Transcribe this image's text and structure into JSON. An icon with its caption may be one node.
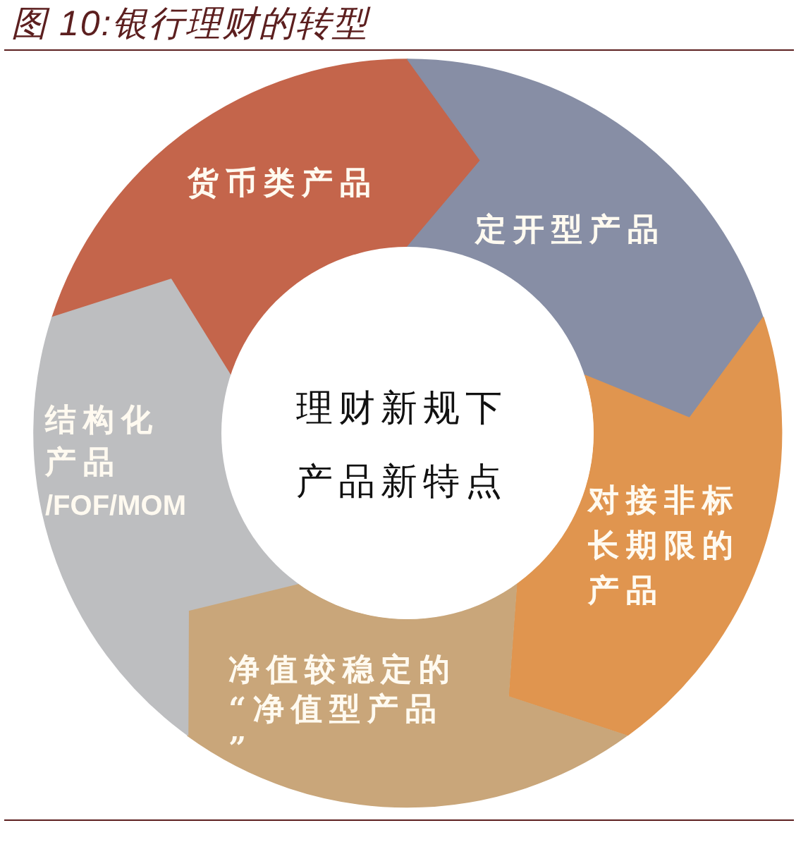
{
  "diagram": {
    "title": "图 10:银行理财的转型",
    "nodes": [
      {
        "text": [
          "理财新规下产品新特点"
        ]
      },
      {
        "text": [
          "货币类产品"
        ]
      },
      {
        "text": [
          "定开型产品"
        ]
      },
      {
        "text": [
          "对接非标长期限的产品"
        ]
      },
      {
        "text": [
          "净值较稳定的“净值型产品”"
        ]
      },
      {
        "text": [
          "结构化产品**/FOF/MOM**"
        ]
      }
    ]
  }
}
